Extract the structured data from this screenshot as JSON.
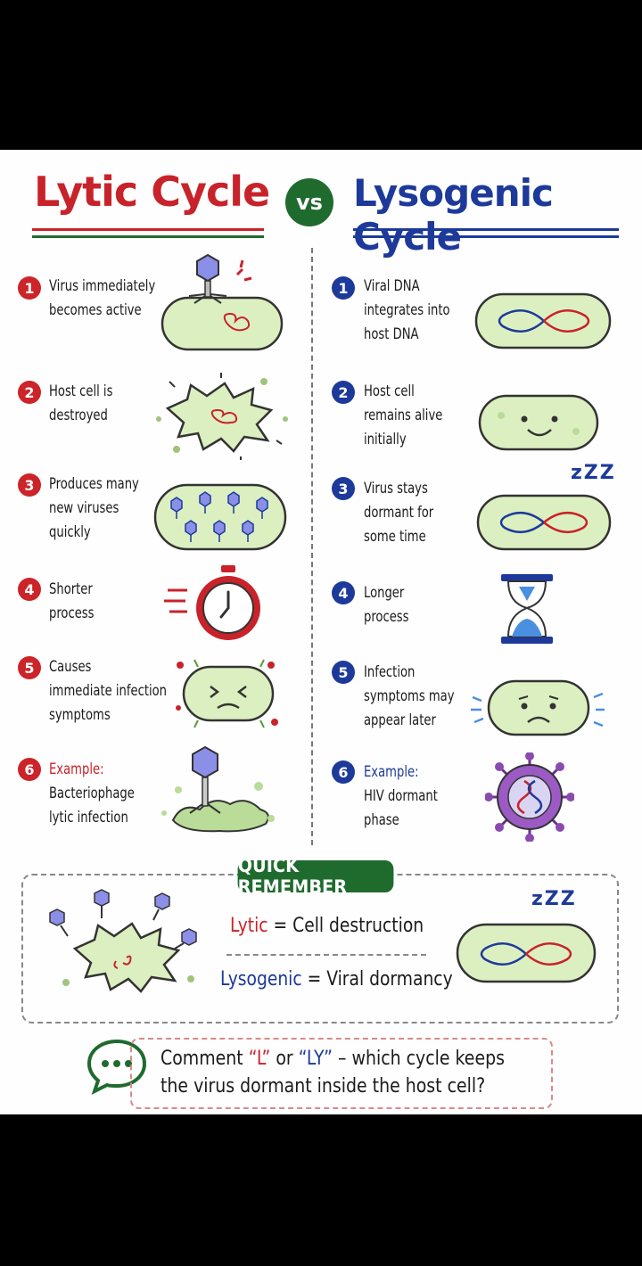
{
  "titles": {
    "lytic": "Lytic Cycle",
    "vs": "vs",
    "lysogenic": "Lysogenic Cycle"
  },
  "lytic_steps": [
    {
      "num": "1",
      "text": "Virus immediately\nbecomes active"
    },
    {
      "num": "2",
      "text": "Host cell is\ndestroyed"
    },
    {
      "num": "3",
      "text": "Produces many\nnew viruses\nquickly"
    },
    {
      "num": "4",
      "text": "Shorter\nprocess"
    },
    {
      "num": "5",
      "text": "Causes\nimmediate infection\nsymptoms"
    },
    {
      "num": "6",
      "label": "Example:",
      "text": "Bacteriophage\nlytic infection"
    }
  ],
  "lysogenic_steps": [
    {
      "num": "1",
      "text": "Viral DNA\nintegrates into\nhost DNA"
    },
    {
      "num": "2",
      "text": "Host cell\nremains alive\ninitially"
    },
    {
      "num": "3",
      "text": "Virus stays\ndormant for\nsome time"
    },
    {
      "num": "4",
      "text": "Longer\nprocess"
    },
    {
      "num": "5",
      "text": "Infection\nsymptoms may\nappear later"
    },
    {
      "num": "6",
      "label": "Example:",
      "text": "HIV dormant\nphase"
    }
  ],
  "quick_remember": {
    "title": "QUICK REMEMBER",
    "lytic_term": "Lytic",
    "lytic_def": "= Cell destruction",
    "lyso_term": "Lysogenic",
    "lyso_def": "= Viral dormancy",
    "zzz": "zZZ"
  },
  "dormant_zzz": "zZZ",
  "cta": {
    "prefix": "Comment ",
    "l": "“L”",
    "or": " or ",
    "ly": "“LY”",
    "rest": " – which cycle keeps\nthe virus dormant inside the host cell?"
  },
  "colors": {
    "red": "#c8232a",
    "blue": "#1d3a9a",
    "green": "#1f6b2e",
    "cell_fill": "#dcefc0"
  }
}
